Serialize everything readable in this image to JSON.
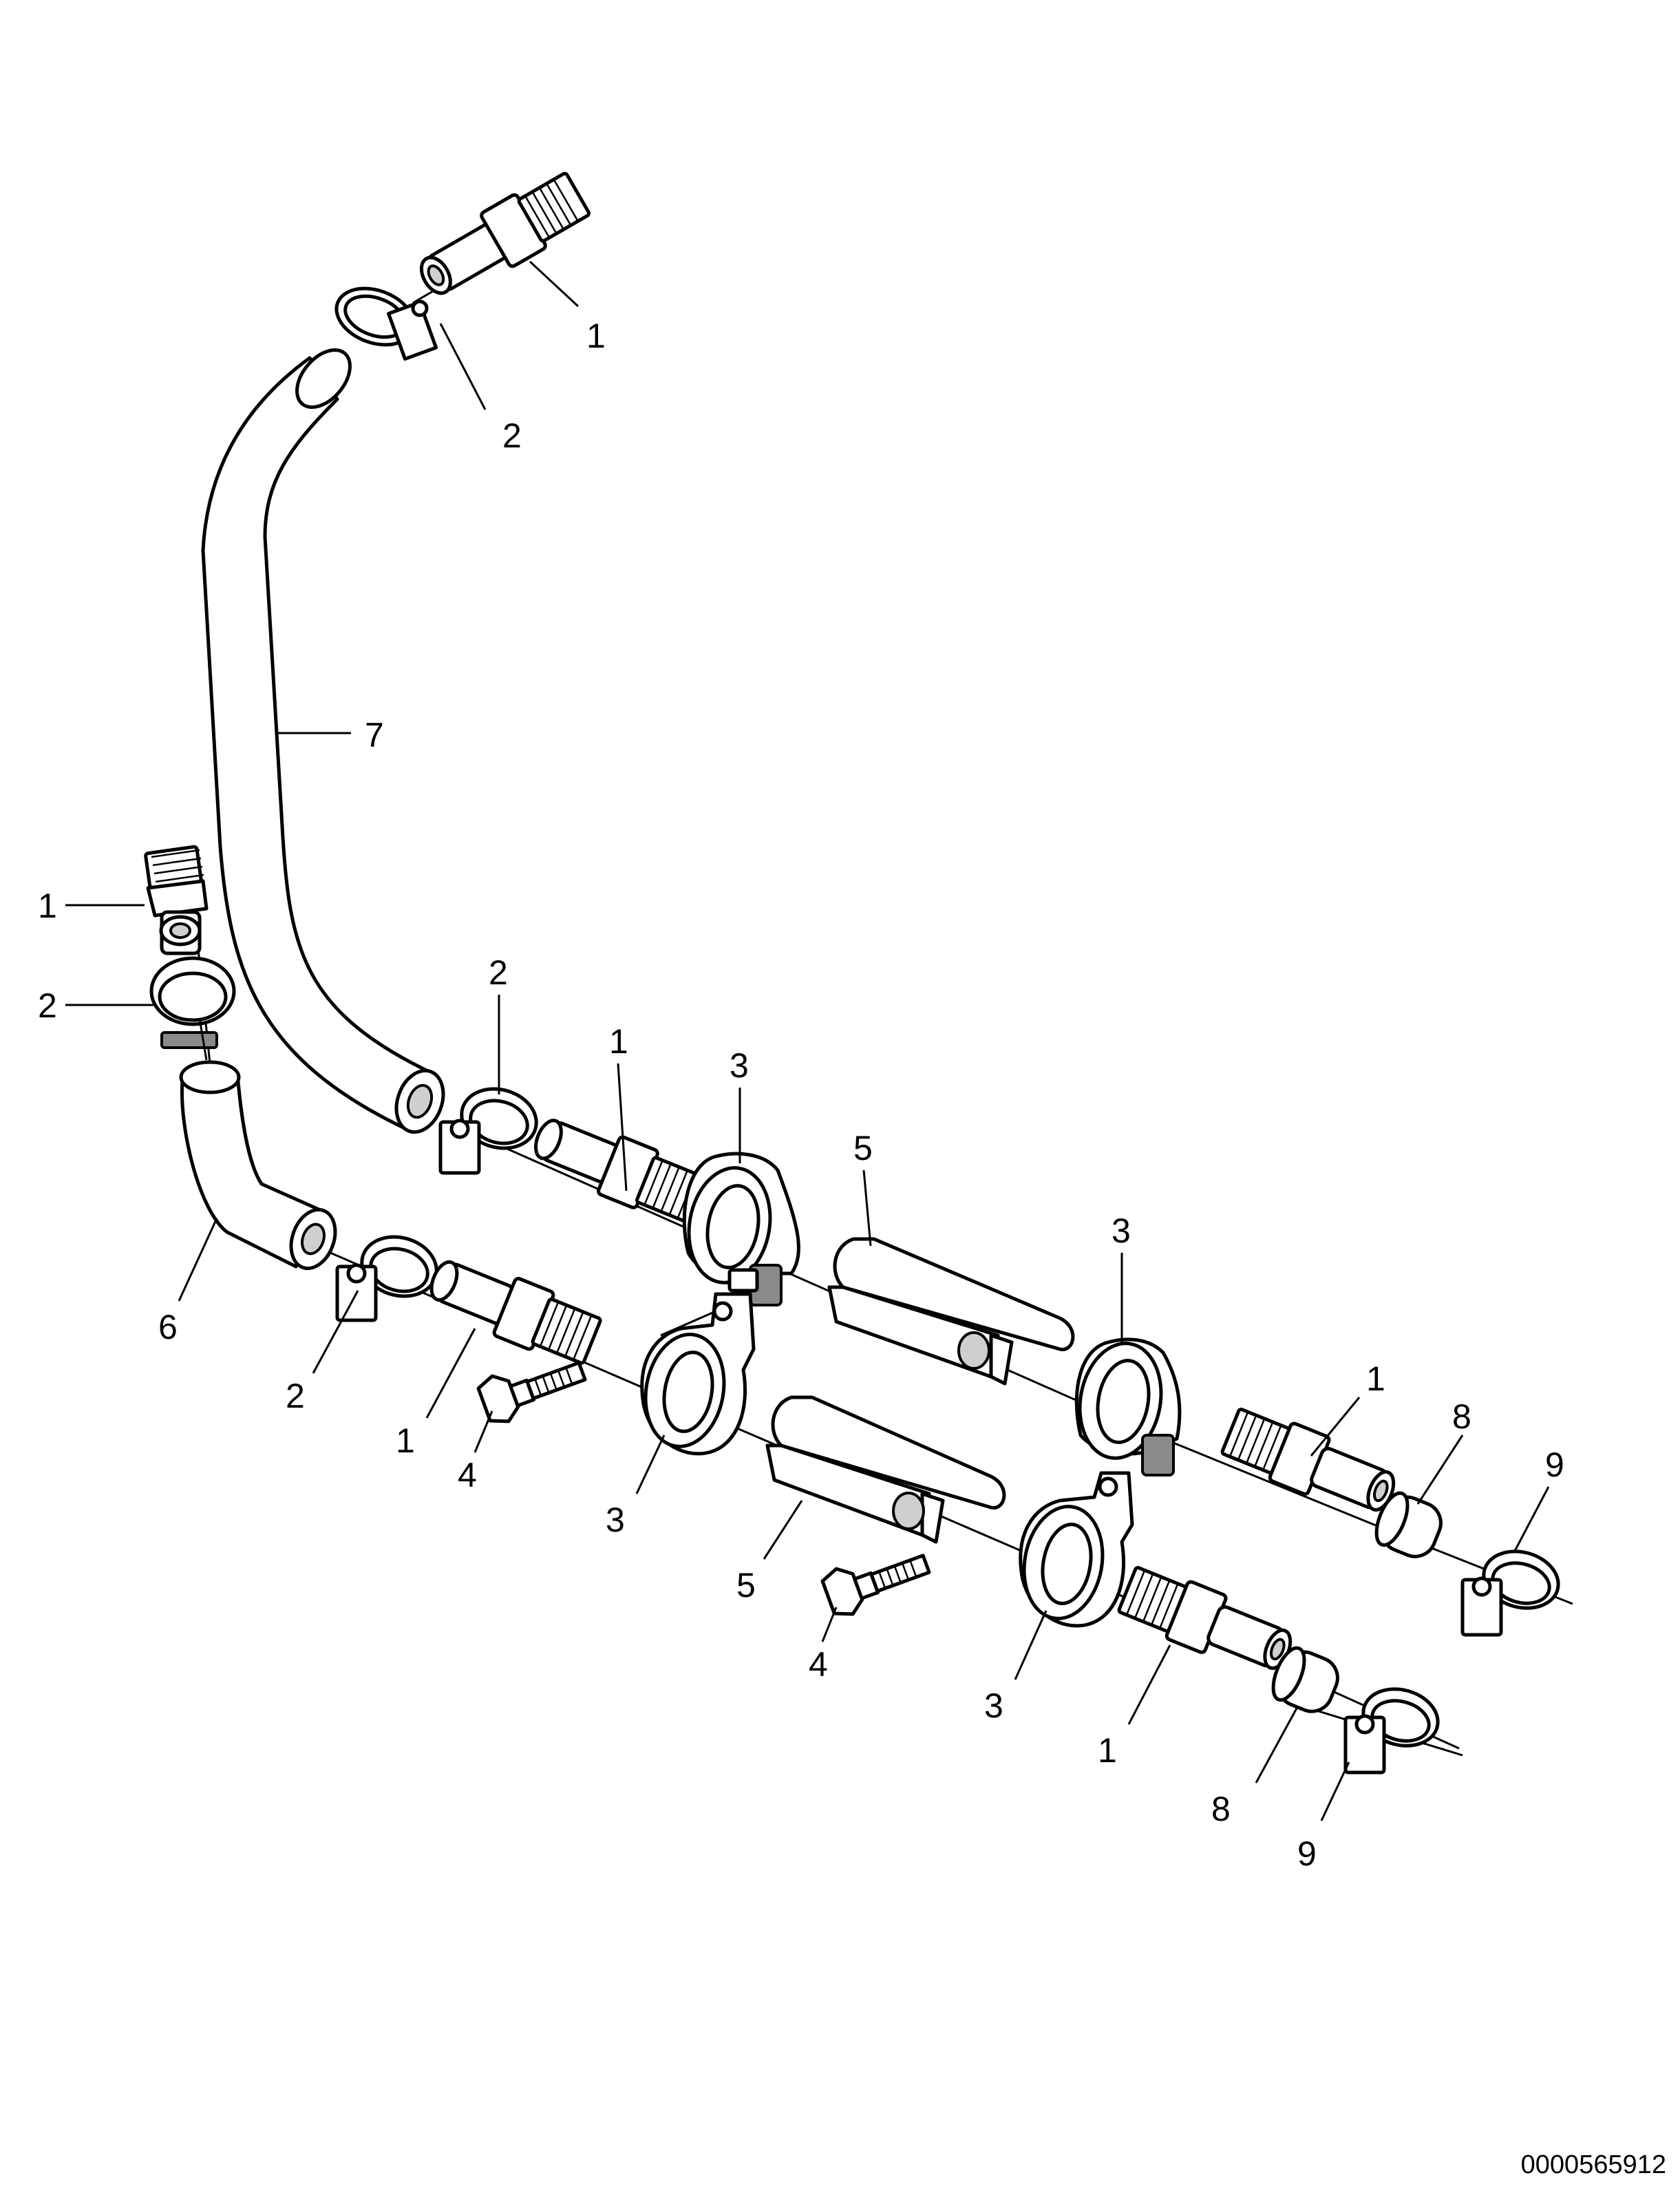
{
  "diagram": {
    "id_number": "0000565912",
    "callouts": {
      "fitting_top": "1",
      "clamp_top": "2",
      "hose_long": "7",
      "fitting_left": "1",
      "clamp_left": "2",
      "hose_short": "6",
      "clamp_mid_upper": "2",
      "fitting_mid_upper": "1",
      "grommet_upper_left": "3",
      "valve_upper": "5",
      "grommet_upper_right": "3",
      "fitting_right_upper": "1",
      "cap_upper": "8",
      "clamp_right_upper": "9",
      "clamp_mid_lower": "2",
      "fitting_mid_lower": "1",
      "bolt_upper": "4",
      "grommet_lower_left": "3",
      "valve_lower": "5",
      "bolt_lower": "4",
      "grommet_lower_right": "3",
      "fitting_right_lower": "1",
      "cap_lower": "8",
      "clamp_right_lower": "9"
    }
  }
}
